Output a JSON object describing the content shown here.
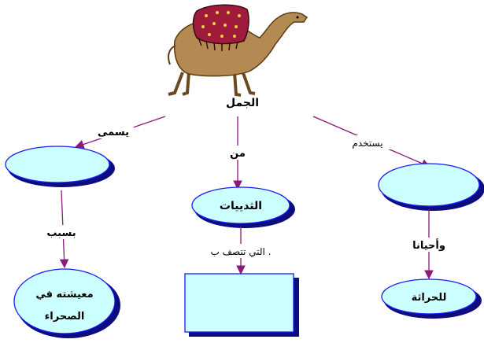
{
  "diagram": {
    "root": {
      "label": "الجمل"
    },
    "edges": {
      "left": "يسمى",
      "center": "من",
      "right": "يستخدم",
      "left_down": "بسبب",
      "center_down": "التي تتصف ب .",
      "right_down": "وأحيانا"
    },
    "nodes": {
      "left_top": "",
      "center_top": "الثدييات",
      "right_top": "",
      "left_bottom_line1": "معيشته في",
      "left_bottom_line2": "الصحراء",
      "center_bottom": "",
      "right_bottom": "للحراثة"
    },
    "colors": {
      "fill": "#ccffff",
      "outline": "#1a1aff",
      "shadow": "#0d0d80",
      "arrow": "#8b1a7a"
    },
    "icons": [
      "camel-icon"
    ]
  }
}
